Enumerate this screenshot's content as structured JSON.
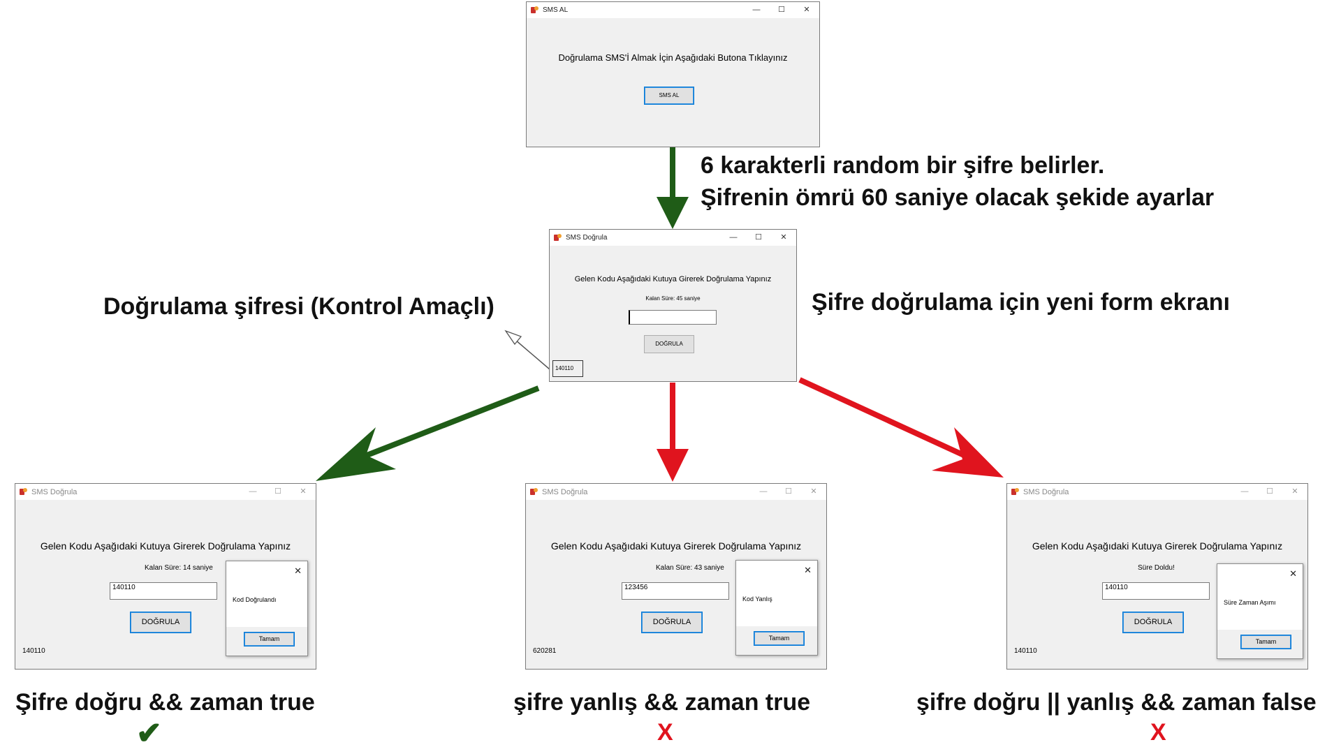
{
  "sms_al_window": {
    "title": "SMS AL",
    "message": "Doğrulama SMS'İ Almak İçin Aşağıdaki Butona Tıklayınız",
    "button": "SMS AL"
  },
  "verify_window": {
    "title": "SMS Doğrula",
    "heading": "Gelen Kodu Aşağıdaki Kutuya Girerek Doğrulama Yapınız",
    "timer": "Kalan Süre: 45 saniye",
    "input_value": "",
    "button": "DOĞRULA",
    "code": "140110"
  },
  "result_windows": [
    {
      "title": "SMS Doğrula",
      "heading": "Gelen Kodu Aşağıdaki Kutuya Girerek Doğrulama Yapınız",
      "timer": "Kalan Süre: 14 saniye",
      "input_value": "140110",
      "button": "DOĞRULA",
      "code": "140110",
      "msg_text": "Kod Doğrulandı",
      "msg_button": "Tamam",
      "msg_close": "✕"
    },
    {
      "title": "SMS Doğrula",
      "heading": "Gelen Kodu Aşağıdaki Kutuya Girerek Doğrulama Yapınız",
      "timer": "Kalan Süre: 43 saniye",
      "input_value": "123456",
      "button": "DOĞRULA",
      "code": "620281",
      "msg_text": "Kod Yanlış",
      "msg_button": "Tamam",
      "msg_close": "✕"
    },
    {
      "title": "SMS Doğrula",
      "heading": "Gelen Kodu Aşağıdaki Kutuya Girerek Doğrulama Yapınız",
      "timer": "Süre Doldu!",
      "input_value": "140110",
      "button": "DOĞRULA",
      "code": "140110",
      "msg_text": "Süre Zaman Aşımı",
      "msg_button": "Tamam",
      "msg_close": "✕"
    }
  ],
  "window_controls": {
    "minimize": "—",
    "maximize": "☐",
    "close": "✕"
  },
  "annotations": {
    "step1_line1": "6 karakterli random bir şifre belirler.",
    "step1_line2": "Şifrenin ömrü 60 saniye olacak şekide ayarlar",
    "control_code": "Doğrulama şifresi (Kontrol Amaçlı)",
    "new_form": "Şifre doğrulama için yeni form ekranı",
    "case1": "Şifre doğru && zaman true",
    "case2": "şifre yanlış && zaman true",
    "case3": "şifre doğru || yanlış && zaman false",
    "case1_mark": "✔",
    "case2_mark": "X",
    "case3_mark": "X"
  },
  "colors": {
    "success_green": "#1f5c17",
    "fail_red": "#e0141e"
  }
}
